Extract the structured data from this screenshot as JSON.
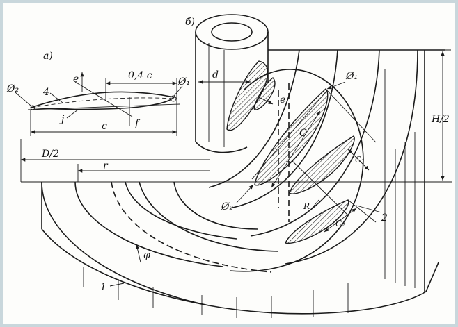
{
  "panel_a": {
    "label": "а)"
  },
  "panel_b": {
    "label": "б)"
  },
  "labels": {
    "phi2_a": "Ø₂",
    "phi1_a": "Ø₁",
    "four": "4",
    "e_a": "e",
    "dim_04c": "0,4 c",
    "f_a": "f",
    "j_a": "j",
    "c_a": "c",
    "D2": "D/2",
    "r": "r",
    "d": "d",
    "e_b": "e",
    "phi1_b": "Ø₁",
    "C_b": "C",
    "C1": "C₁",
    "H2": "H/2",
    "phi2_b": "Ø₂",
    "R": "R",
    "C2": "C₂",
    "two": "2",
    "phi_angle": "φ",
    "one": "1"
  },
  "colors": {
    "background": "#fdfdfb",
    "frame": "#c9d7dc",
    "ink": "#1a1a1a"
  }
}
